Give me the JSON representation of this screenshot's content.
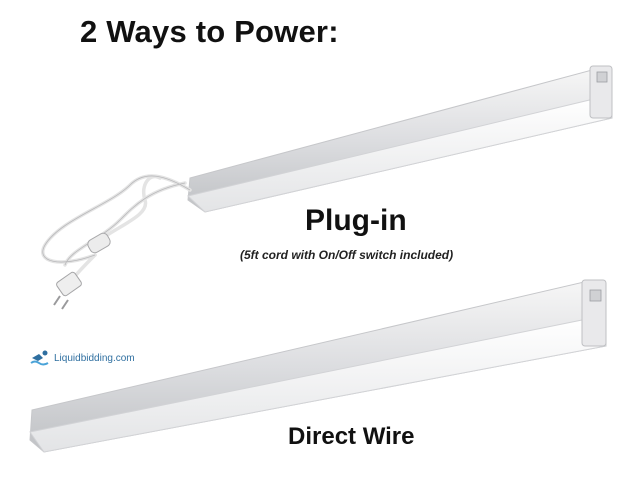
{
  "title": "2 Ways to Power:",
  "plugin": {
    "heading": "Plug-in",
    "note": "(5ft cord with On/Off switch included)"
  },
  "direct": {
    "heading": "Direct Wire"
  },
  "watermark": {
    "text": "Liquidbidding.com",
    "icon": "swimmer-icon"
  },
  "colors": {
    "fixture_body": "#d9dadc",
    "fixture_lens": "#f4f4f4",
    "cord": "#e8e8e8",
    "logo_blue": "#2f6fa0"
  }
}
